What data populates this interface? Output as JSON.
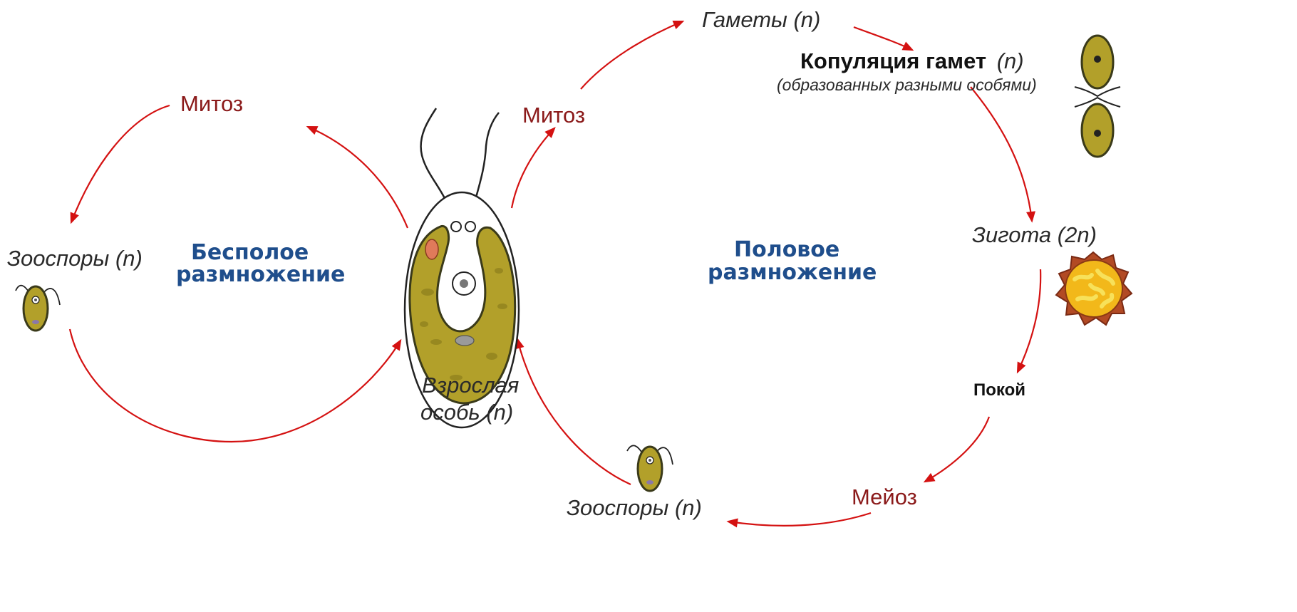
{
  "labels": {
    "mitosis_left": "Митоз",
    "mitosis_center": "Митоз",
    "gametes": "Гаметы (n)",
    "copulation_title": "Копуляция гамет",
    "copulation_n": "(n)",
    "copulation_note": "(образованных разными особями)",
    "zygote": "Зигота (2n)",
    "rest": "Покой",
    "meiosis": "Мейоз",
    "zoospores_bottom": "Зооспоры (n)",
    "zoospores_left": "Зооспоры (n)",
    "adult_line1": "Взрослая",
    "adult_line2": "особь (n)",
    "asexual_line1": "Бесполое",
    "asexual_line2": "размножение",
    "sexual_line1": "Половое",
    "sexual_line2": "размножение"
  },
  "colors": {
    "arrow": "#d41111",
    "stage_label": "#8b1a1a",
    "mode_label": "#1f4e8c",
    "algae_fill": "#b2a02a",
    "zygote_fill": "#f2b81a",
    "zygote_core": "#f7e15a"
  },
  "icons": [
    "adult-chlamydomonas-icon",
    "zoospore-left-icon",
    "zoospore-bottom-icon",
    "gamete-pair-icon",
    "zygote-icon"
  ]
}
